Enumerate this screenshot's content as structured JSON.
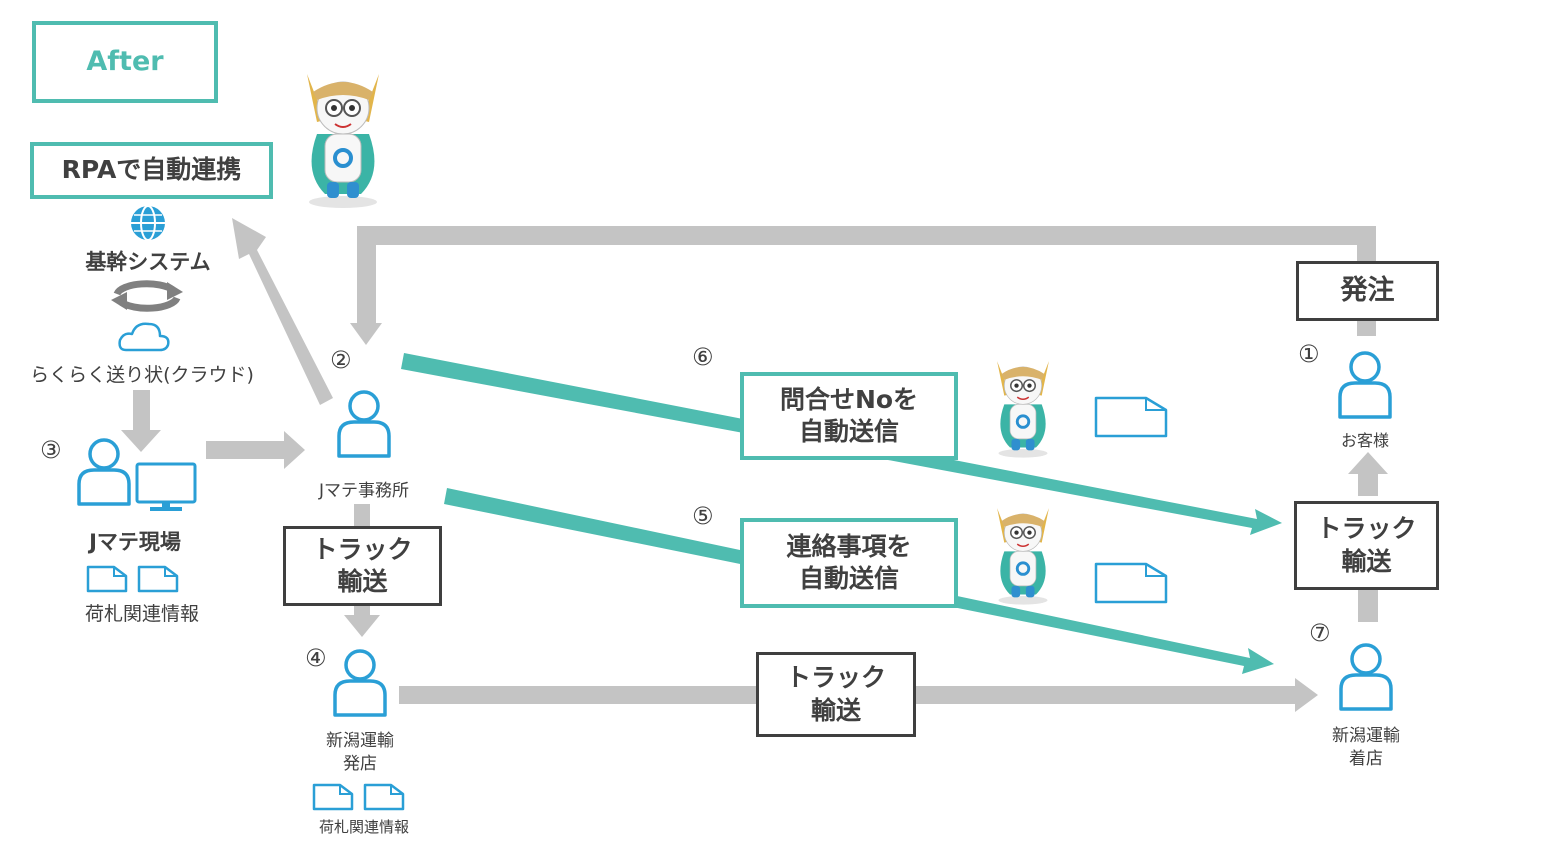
{
  "title_box": "After",
  "rpa_box": "RPAで自動連携",
  "system": {
    "core": "基幹システム",
    "cloud": "らくらく送り状(クラウド)",
    "icons": [
      "globe-icon",
      "sync-arrows-icon",
      "cloud-icon"
    ]
  },
  "step_marks": {
    "s1": "①",
    "s2": "②",
    "s3": "③",
    "s4": "④",
    "s5": "⑤",
    "s6": "⑥",
    "s7": "⑦"
  },
  "actors": {
    "customer": "お客様",
    "jmate_office": "Jマテ事務所",
    "jmate_site": "Jマテ現場",
    "niigata_dep_l1": "新潟運輸",
    "niigata_dep_l2": "発店",
    "niigata_arr_l1": "新潟運輸",
    "niigata_arr_l2": "着店"
  },
  "docs": {
    "tag_info_site": "荷札関連情報",
    "tag_info_dep": "荷札関連情報"
  },
  "boxes": {
    "order": "発注",
    "auto_inquiry_l1": "問合せNoを",
    "auto_inquiry_l2": "自動送信",
    "auto_notice_l1": "連絡事項を",
    "auto_notice_l2": "自動送信",
    "truck_l1": "トラック",
    "truck_l2": "輸送"
  },
  "colors": {
    "teal": "#4fbcb0",
    "gray_arrow": "#c4c4c4",
    "icon_blue": "#2a9fd6",
    "dark_border": "#3f3f3f",
    "text": "#404040"
  }
}
